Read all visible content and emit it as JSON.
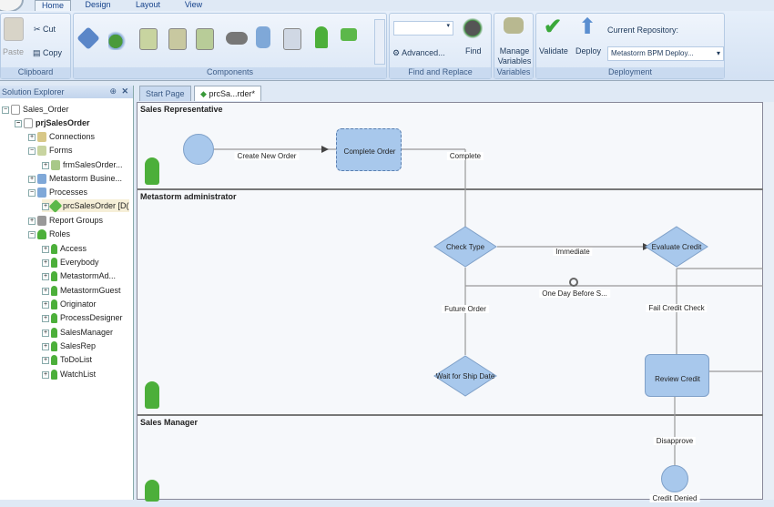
{
  "ribbon": {
    "tabs": [
      "Home",
      "Design",
      "Layout",
      "View"
    ],
    "clipboard": {
      "paste": "Paste",
      "cut": "Cut",
      "copy": "Copy",
      "label": "Clipboard"
    },
    "components": {
      "label": "Components"
    },
    "find": {
      "advanced": "Advanced...",
      "find": "Find",
      "label": "Find and Replace"
    },
    "variables": {
      "manage": "Manage Variables",
      "label": "Variables"
    },
    "deployment": {
      "validate": "Validate",
      "deploy": "Deploy",
      "repo_label": "Current Repository:",
      "repo_value": "Metastorm BPM Deploy...",
      "label": "Deployment"
    }
  },
  "explorer": {
    "title": "Solution Explorer",
    "items": [
      "Sales_Order",
      "prjSalesOrder",
      "Connections",
      "Forms",
      "frmSalesOrder...",
      "Metastorm Busine...",
      "Processes",
      "prcSalesOrder [D(",
      "Report Groups",
      "Roles"
    ],
    "roles": [
      "Access",
      "Everybody",
      "MetastormAd...",
      "MetastormGuest",
      "Originator",
      "ProcessDesigner",
      "SalesManager",
      "SalesRep",
      "ToDoList",
      "WatchList"
    ]
  },
  "doc_tabs": [
    "Start Page",
    "prcSa...rder*"
  ],
  "diagram": {
    "lanes": [
      "Sales Representative",
      "Metastorm administrator",
      "Sales Manager"
    ],
    "labels": {
      "create": "Create New Order",
      "complete_order": "Complete Order",
      "complete": "Complete",
      "check_type": "Check Type",
      "immediate": "Immediate",
      "evaluate": "Evaluate Credit",
      "oneday": "One Day Before S...",
      "future": "Future Order",
      "fail": "Fail Credit Check",
      "wait": "Wait for Ship Date",
      "review": "Review Credit",
      "disapprove": "Disapprove",
      "denied": "Credit Denied"
    }
  }
}
